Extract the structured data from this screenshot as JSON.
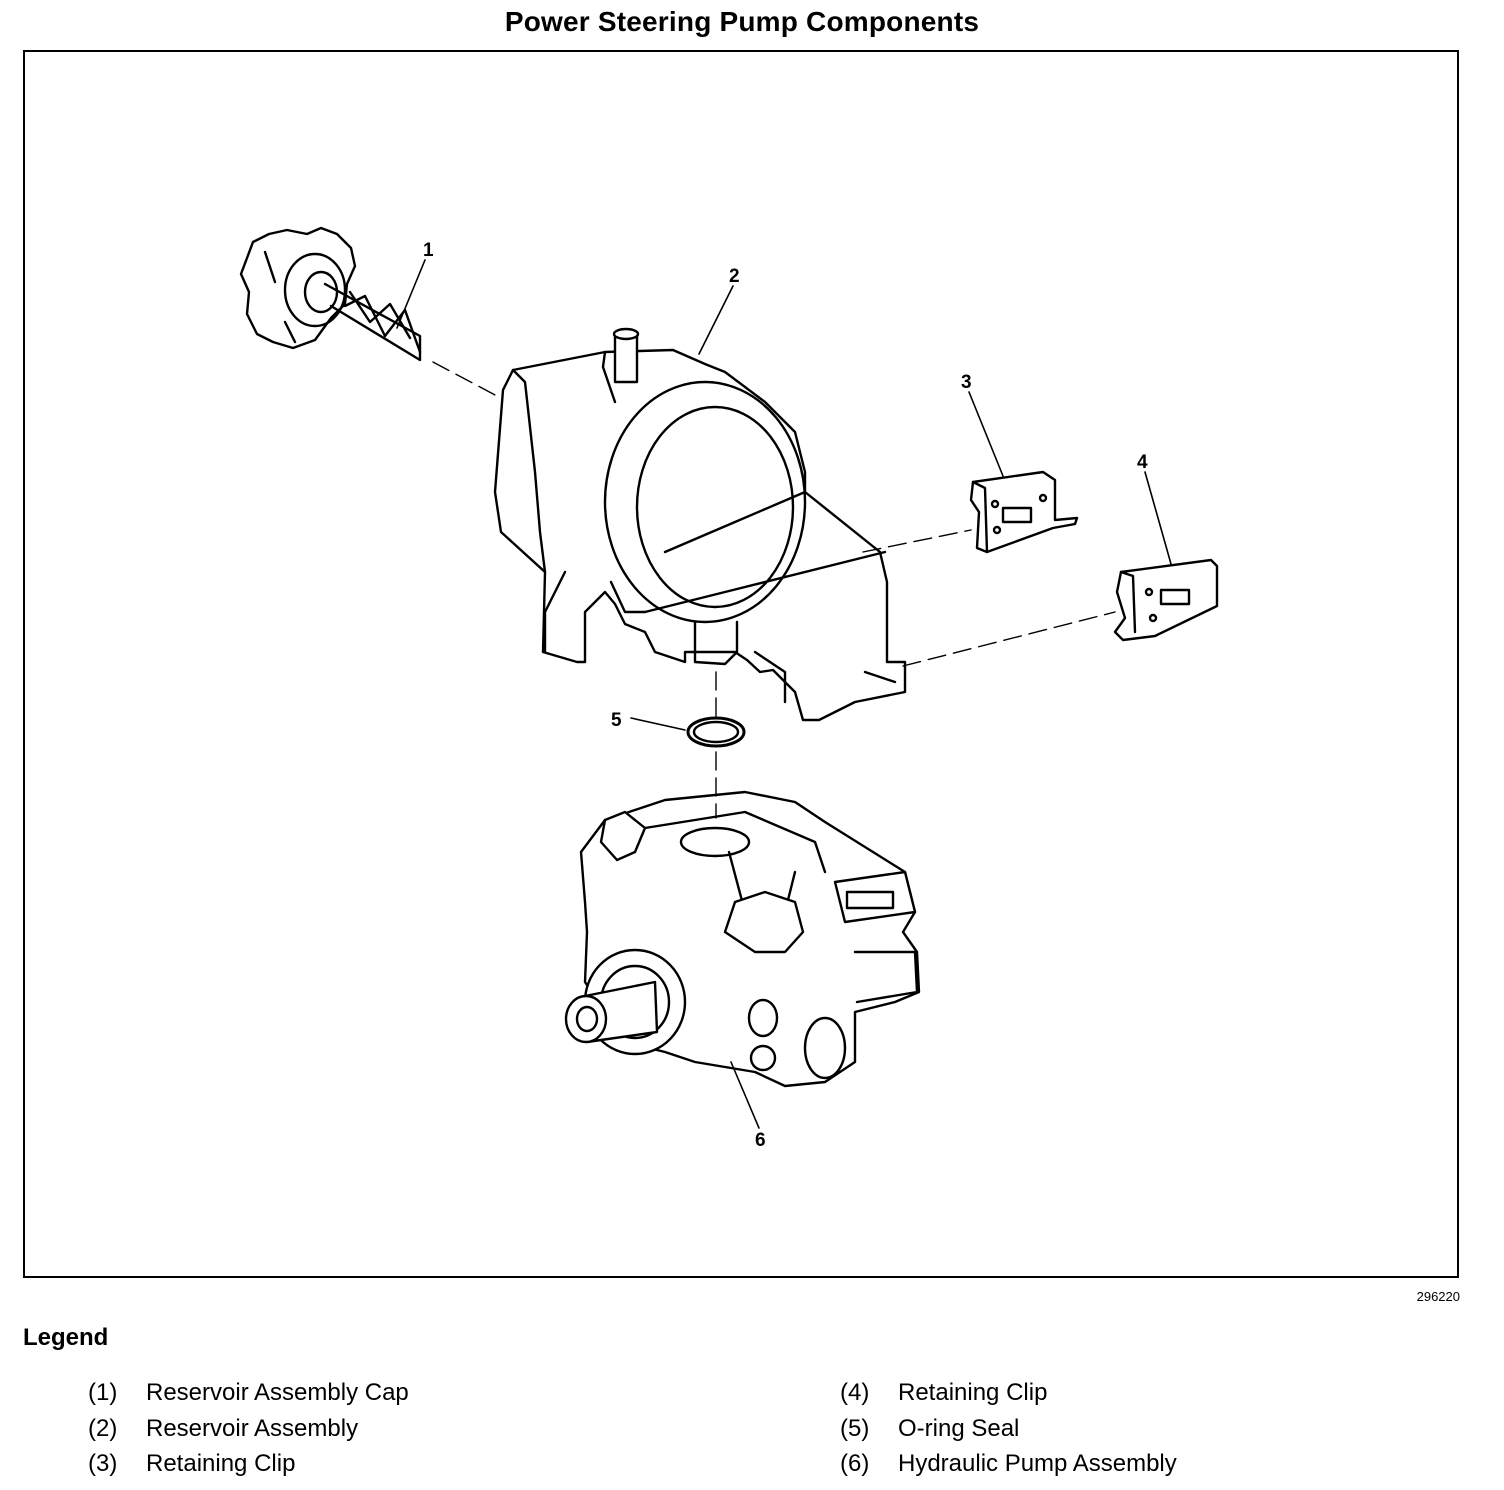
{
  "title": "Power Steering Pump Components",
  "figure_number": "296220",
  "legend": {
    "heading": "Legend",
    "items": [
      {
        "num": "(1)",
        "label": "Reservoir Assembly Cap"
      },
      {
        "num": "(2)",
        "label": "Reservoir Assembly"
      },
      {
        "num": "(3)",
        "label": "Retaining Clip"
      },
      {
        "num": "(4)",
        "label": "Retaining Clip"
      },
      {
        "num": "(5)",
        "label": "O-ring Seal"
      },
      {
        "num": "(6)",
        "label": "Hydraulic Pump Assembly"
      }
    ]
  },
  "callouts": [
    "1",
    "2",
    "3",
    "4",
    "5",
    "6"
  ]
}
